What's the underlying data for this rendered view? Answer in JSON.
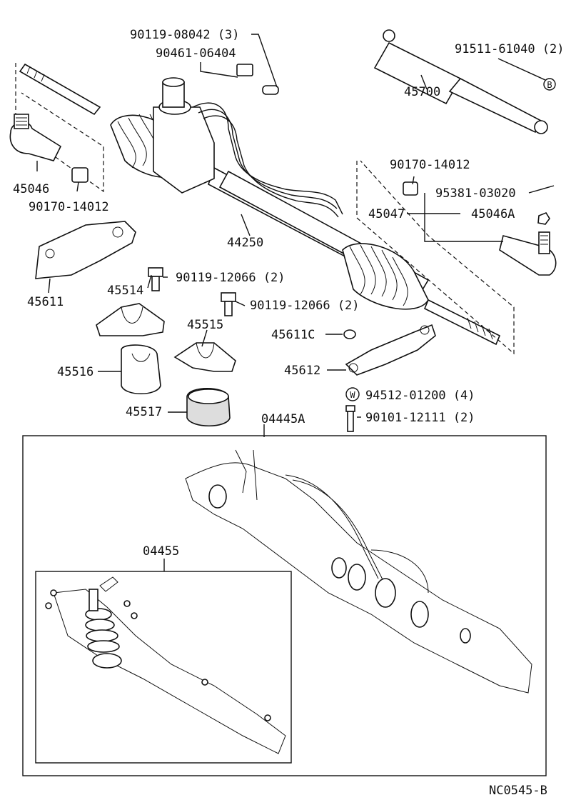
{
  "labels": [
    {
      "key": "l1",
      "text": "90119-08042 (3)"
    },
    {
      "key": "l2",
      "text": "90461-06404"
    },
    {
      "key": "l3",
      "text": "91511-61040 (2)"
    },
    {
      "key": "l4",
      "text": "45700"
    },
    {
      "key": "l5",
      "text": "45046"
    },
    {
      "key": "l6",
      "text": "90170-14012"
    },
    {
      "key": "l7",
      "text": "90170-14012"
    },
    {
      "key": "l8",
      "text": "95381-03020"
    },
    {
      "key": "l9",
      "text": "45047"
    },
    {
      "key": "l10",
      "text": "45046A"
    },
    {
      "key": "l11",
      "text": "44250"
    },
    {
      "key": "l12",
      "text": "45611"
    },
    {
      "key": "l13",
      "text": "45514"
    },
    {
      "key": "l14",
      "text": "90119-12066 (2)"
    },
    {
      "key": "l15",
      "text": "90119-12066 (2)"
    },
    {
      "key": "l16",
      "text": "45515"
    },
    {
      "key": "l17",
      "text": "45611C"
    },
    {
      "key": "l18",
      "text": "45516"
    },
    {
      "key": "l19",
      "text": "45612"
    },
    {
      "key": "l20",
      "text": "94512-01200 (4)"
    },
    {
      "key": "l21",
      "text": "45517"
    },
    {
      "key": "l22",
      "text": "90101-12111 (2)"
    },
    {
      "key": "l23",
      "text": "04445A"
    },
    {
      "key": "l24",
      "text": "04455"
    },
    {
      "key": "l25",
      "text": "NC0545-B"
    }
  ],
  "markers": {
    "b_marker": "B",
    "w_marker": "W"
  }
}
